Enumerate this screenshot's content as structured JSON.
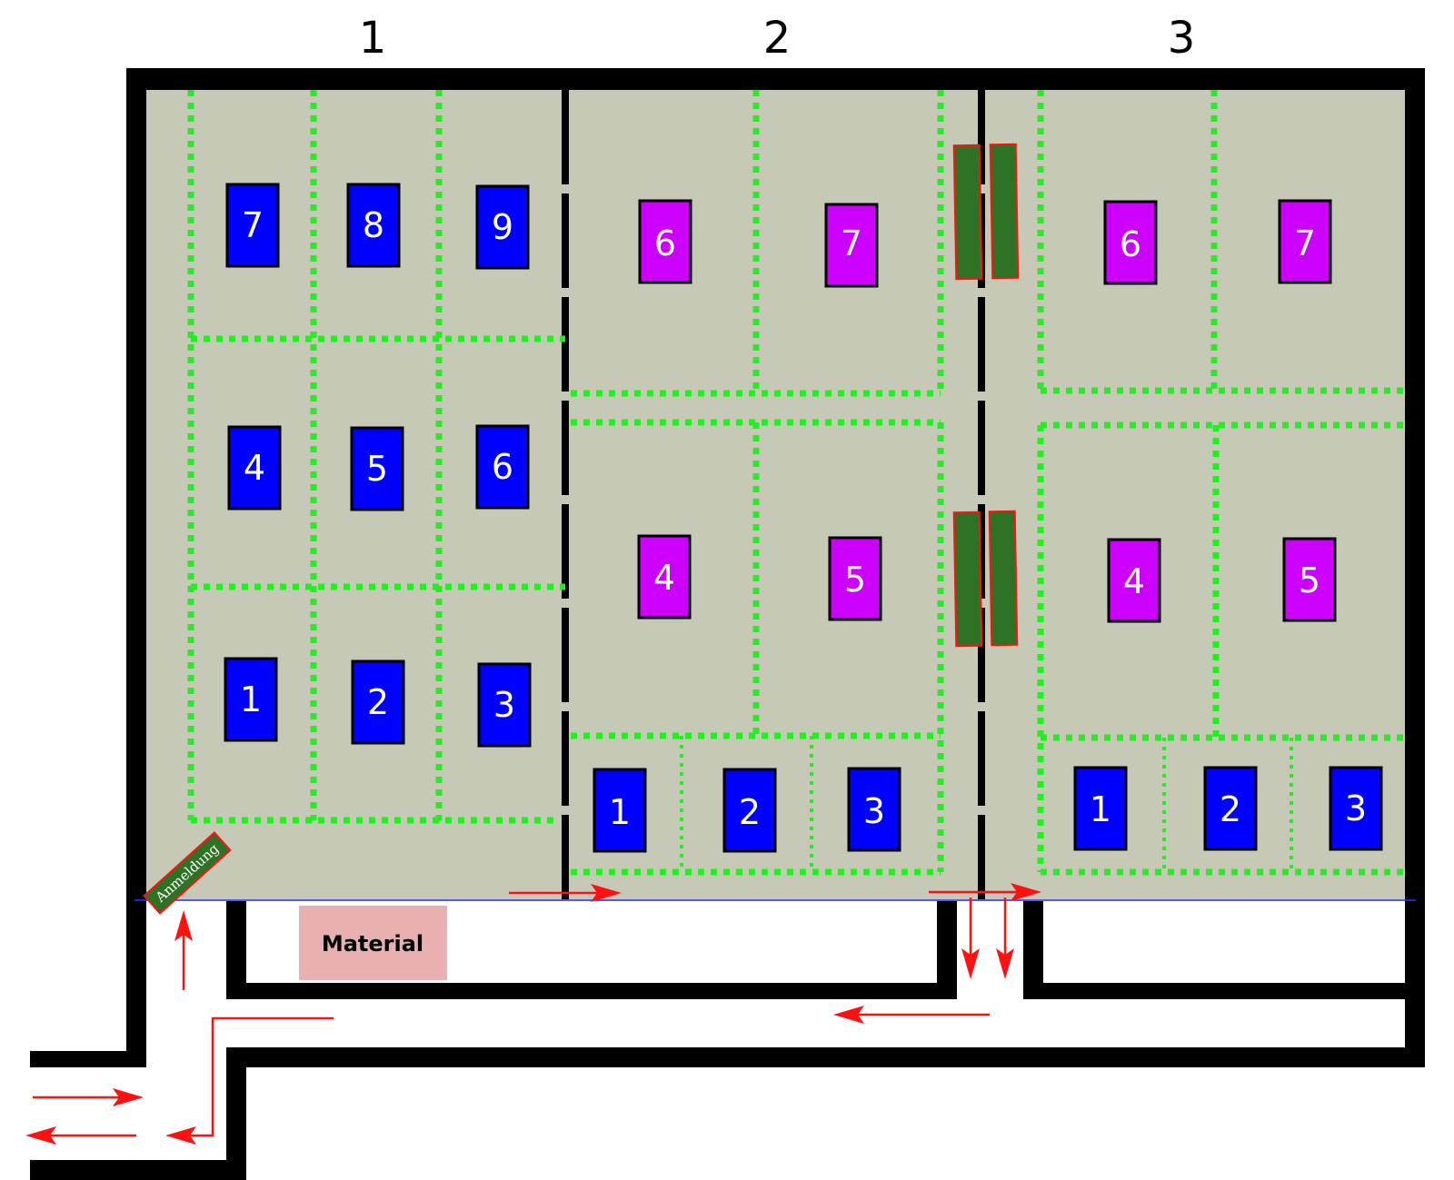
{
  "hall_numbers": [
    "1",
    "2",
    "3"
  ],
  "hall1_tables": [
    "1",
    "2",
    "3",
    "4",
    "5",
    "6",
    "7",
    "8",
    "9"
  ],
  "hall2_tables_blue": [
    "1",
    "2",
    "3"
  ],
  "hall2_tables_magenta": [
    "4",
    "5",
    "6",
    "7"
  ],
  "hall3_tables_blue": [
    "1",
    "2",
    "3"
  ],
  "hall3_tables_magenta": [
    "4",
    "5",
    "6",
    "7"
  ],
  "material_label": "Material",
  "anmeldung_label": "Anmeldung",
  "colors": {
    "floor": "#c5c9b6",
    "blue_table": "#0000ff",
    "magenta_table": "#cc00ff",
    "zone_line": "#22ee22",
    "arrow": "#ff1111",
    "material_box": "#e8b0b0",
    "divider_panel": "#2e7225",
    "divider_panel_border": "#ff1111"
  }
}
